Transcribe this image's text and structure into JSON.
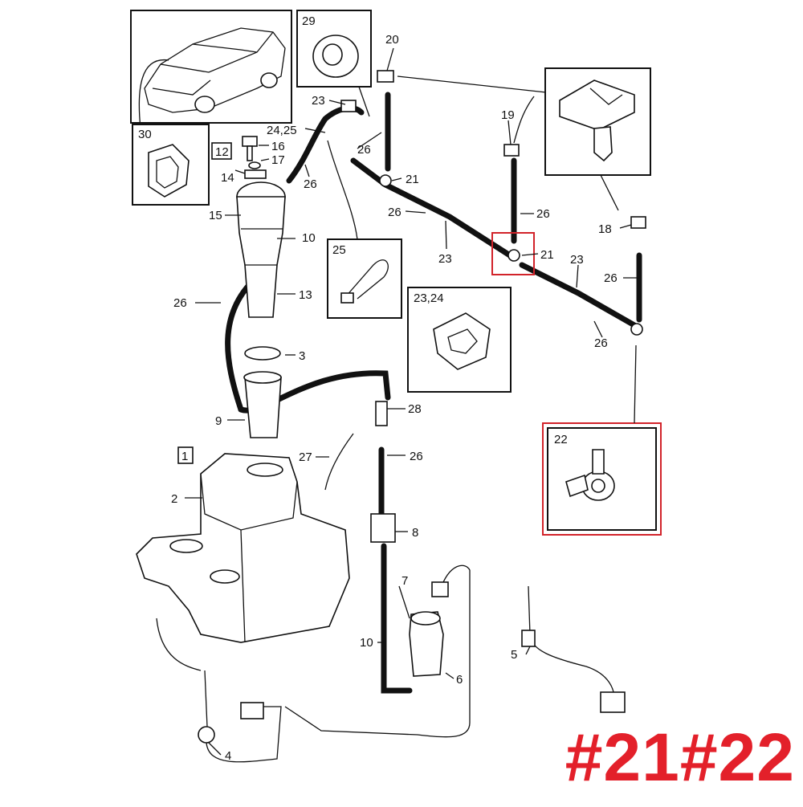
{
  "labels": {
    "l1": "1",
    "l2": "2",
    "l3": "3",
    "l4": "4",
    "l5": "5",
    "l6": "6",
    "l7": "7",
    "l8": "8",
    "l9": "9",
    "l10a": "10",
    "l10b": "10",
    "l12": "12",
    "l13": "13",
    "l14": "14",
    "l15": "15",
    "l16": "16",
    "l17": "17",
    "l18": "18",
    "l19": "19",
    "l20": "20",
    "l21a": "21",
    "l21b": "21",
    "l22": "22",
    "l23a": "23",
    "l23b": "23",
    "l23c": "23",
    "l2324": "23,24",
    "l2425": "24,25",
    "l25": "25",
    "l26a": "26",
    "l26b": "26",
    "l26c": "26",
    "l26d": "26",
    "l26e": "26",
    "l26f": "26",
    "l26g": "26",
    "l26h": "26",
    "l27": "27",
    "l28": "28",
    "l29": "29",
    "l30": "30"
  },
  "callout": "#21#22",
  "colors": {
    "highlight": "#d2232a",
    "callout": "#e3202a",
    "ink": "#111111"
  }
}
